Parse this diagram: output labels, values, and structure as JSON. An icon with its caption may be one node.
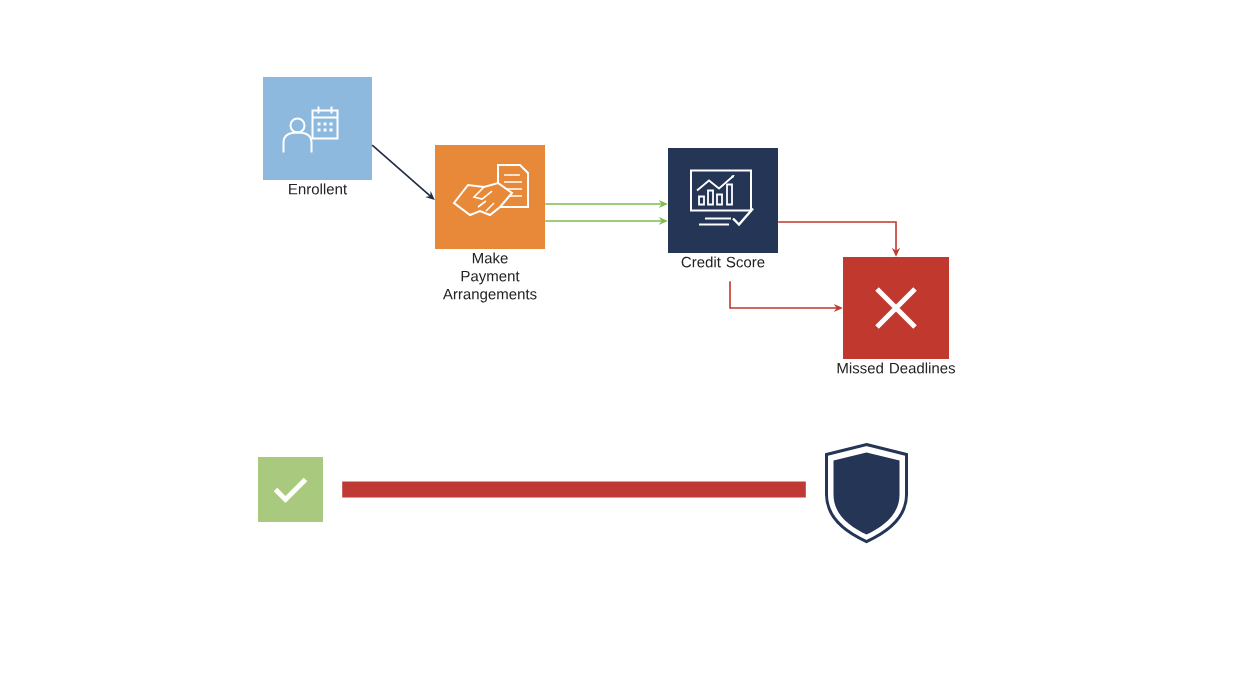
{
  "diagram": {
    "nodes": [
      {
        "text": [
          "Enrollent"
        ]
      },
      {
        "text": [
          "Make Payment Arrangements"
        ]
      },
      {
        "text": [
          "Credit Score"
        ]
      },
      {
        "text": [
          "Missed Deadlines"
        ]
      },
      {
        "text": [],
        "shape": "box"
      },
      {
        "text": [],
        "shape": "shield"
      }
    ],
    "edges": [
      {
        "from": 0,
        "to": 1,
        "arrow": "to",
        "color": "#1f2a44"
      },
      {
        "from": 1,
        "to": 2,
        "arrow": "to",
        "color": "#7dbb4f"
      },
      {
        "from": 1,
        "to": 2,
        "arrow": "to",
        "color": "#7dbb4f"
      },
      {
        "from": 2,
        "to": 3,
        "arrow": "to",
        "color": "#c0392b"
      },
      {
        "from": 2,
        "to": 3,
        "arrow": "to",
        "color": "#c0392b"
      },
      {
        "from": 4,
        "to": 5,
        "arrow": "none",
        "style": "thick",
        "color": "#bf3a34"
      }
    ]
  }
}
